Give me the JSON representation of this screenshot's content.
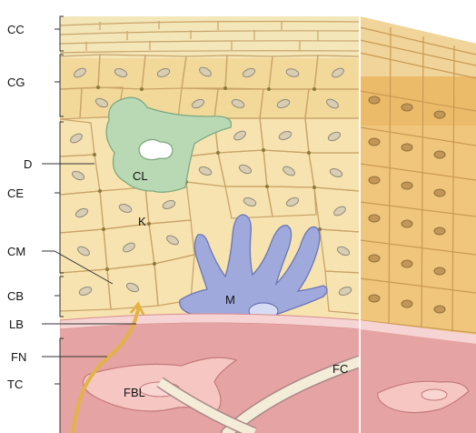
{
  "figure": {
    "side_labels": [
      {
        "id": "cc",
        "text": "CC"
      },
      {
        "id": "cg",
        "text": "CG"
      },
      {
        "id": "d",
        "text": "D"
      },
      {
        "id": "ce",
        "text": "CE"
      },
      {
        "id": "cm",
        "text": "CM"
      },
      {
        "id": "cb",
        "text": "CB"
      },
      {
        "id": "lb",
        "text": "LB"
      },
      {
        "id": "fn",
        "text": "FN"
      },
      {
        "id": "tc",
        "text": "TC"
      }
    ],
    "inner_labels": {
      "cl": "CL",
      "k": "K",
      "m": "M",
      "fbl": "FBL",
      "fc": "FC"
    }
  },
  "colors": {
    "corneum": "#f3e6b8",
    "granular": "#f2d99a",
    "spinous": "#f7e3b0",
    "side_face": "#efc274",
    "cell_border": "#c9a46a",
    "nucleus": "#d9cdb3",
    "langerhans": "#b9d9b4",
    "melanocyte": "#9fa9dc",
    "basal_lamina": "#f6d4d4",
    "dermis": "#e6a3a3",
    "fibroblast": "#f6c7c2",
    "collagen": "#f3ecd8",
    "nerve": "#e2b348"
  }
}
